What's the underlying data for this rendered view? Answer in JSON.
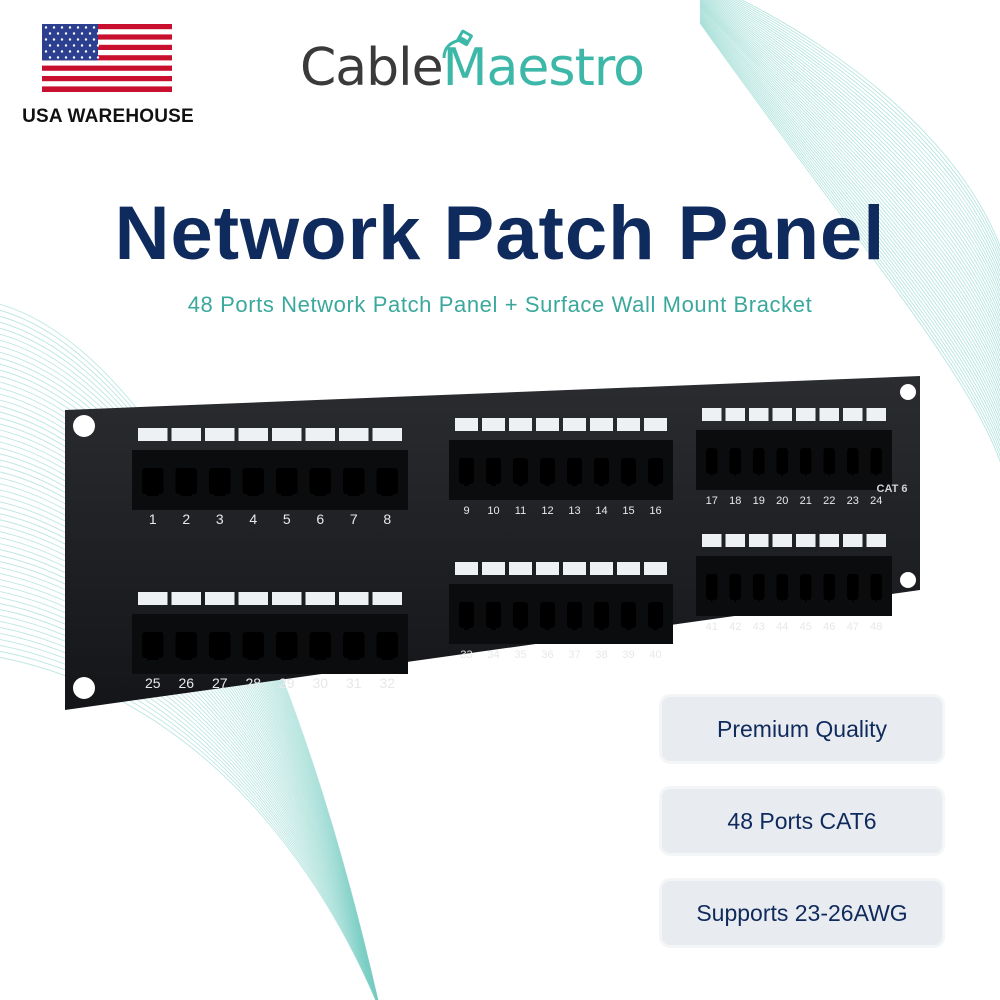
{
  "header": {
    "warehouse_label": "USA WAREHOUSE",
    "brand": {
      "part1": "Cable",
      "part2": "Maestro"
    }
  },
  "title": "Network Patch Panel",
  "subtitle": "48 Ports Network Patch Panel + Surface Wall Mount Bracket",
  "panel": {
    "marking": "CAT 6",
    "port_numbers": [
      "1",
      "2",
      "3",
      "4",
      "5",
      "6",
      "7",
      "8",
      "9",
      "10",
      "11",
      "12",
      "13",
      "14",
      "15",
      "16",
      "17",
      "18",
      "19",
      "20",
      "21",
      "22",
      "23",
      "24",
      "25",
      "26",
      "27",
      "28",
      "29",
      "30",
      "31",
      "32",
      "33",
      "34",
      "35",
      "36",
      "37",
      "38",
      "39",
      "40",
      "41",
      "42",
      "43",
      "44",
      "45",
      "46",
      "47",
      "48"
    ]
  },
  "features": [
    "Premium Quality",
    "48 Ports CAT6",
    "Supports 23-26AWG"
  ],
  "colors": {
    "navy": "#0f2a5c",
    "teal": "#3db8a8",
    "panel": "#1e1f22",
    "badge_bg": "#e8ebef"
  },
  "icons": {
    "flag": "usa-flag-icon",
    "logo_plug": "ethernet-plug-icon"
  }
}
